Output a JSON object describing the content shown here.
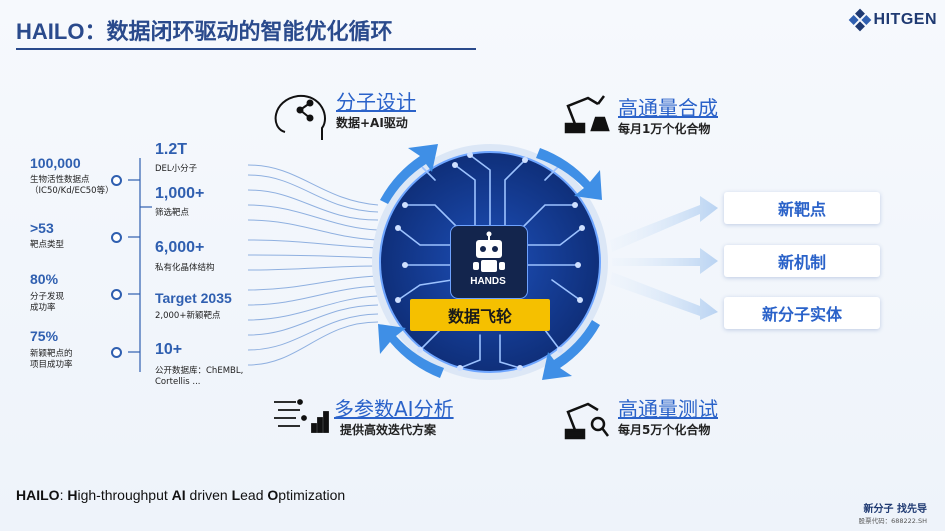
{
  "header": {
    "title": "HAILO：数据闭环驱动的智能优化循环",
    "logo_text": "HITGEN"
  },
  "left_stats": [
    {
      "value": "100,000",
      "label_lines": [
        "生物活性数据点",
        "（IC50/Kd/EC50等）"
      ]
    },
    {
      "value": ">53",
      "label_lines": [
        "靶点类型"
      ]
    },
    {
      "value": "80%",
      "label_lines": [
        "分子发现",
        "成功率"
      ]
    },
    {
      "value": "75%",
      "label_lines": [
        "新颖靶点的",
        "项目成功率"
      ]
    }
  ],
  "mid_stats": [
    {
      "value": "1.2T",
      "label_lines": [
        "DEL小分子"
      ]
    },
    {
      "value": "1,000+",
      "label_lines": [
        "筛选靶点"
      ]
    },
    {
      "value": "6,000+",
      "label_lines": [
        "私有化晶体结构"
      ]
    },
    {
      "value": "Target 2035",
      "label_lines": [
        "2,000+新颖靶点"
      ]
    },
    {
      "value": "10+",
      "label_lines": [
        "公开数据库：ChEMBL,",
        "Cortellis ..."
      ]
    }
  ],
  "steps": {
    "design": {
      "title": "分子设计",
      "subtitle": "数据+AI驱动"
    },
    "synthesis": {
      "title": "高通量合成",
      "subtitle": "每月1万个化合物"
    },
    "analysis": {
      "title": "多参数AI分析",
      "subtitle": "提供高效迭代方案"
    },
    "testing": {
      "title": "高通量测试",
      "subtitle": "每月5万个化合物"
    }
  },
  "hub": {
    "badge": "HANDS",
    "flywheel": "数据飞轮"
  },
  "outputs": [
    "新靶点",
    "新机制",
    "新分子实体"
  ],
  "footer": {
    "prefix": "HAILO",
    "parts": [
      {
        "initial": "H",
        "rest": "igh-throughput "
      },
      {
        "initial": "AI",
        "rest": " driven "
      },
      {
        "initial": "L",
        "rest": "ead "
      },
      {
        "initial": "O",
        "rest": "ptimization"
      }
    ]
  },
  "corner": {
    "tagline": "新分子  找先导",
    "stock_code": "股票代码：688222.SH"
  },
  "colors": {
    "primary": "#2a62c9",
    "dark": "#13254d",
    "accent": "#f5c000",
    "arrow": "#3f8fe6"
  }
}
